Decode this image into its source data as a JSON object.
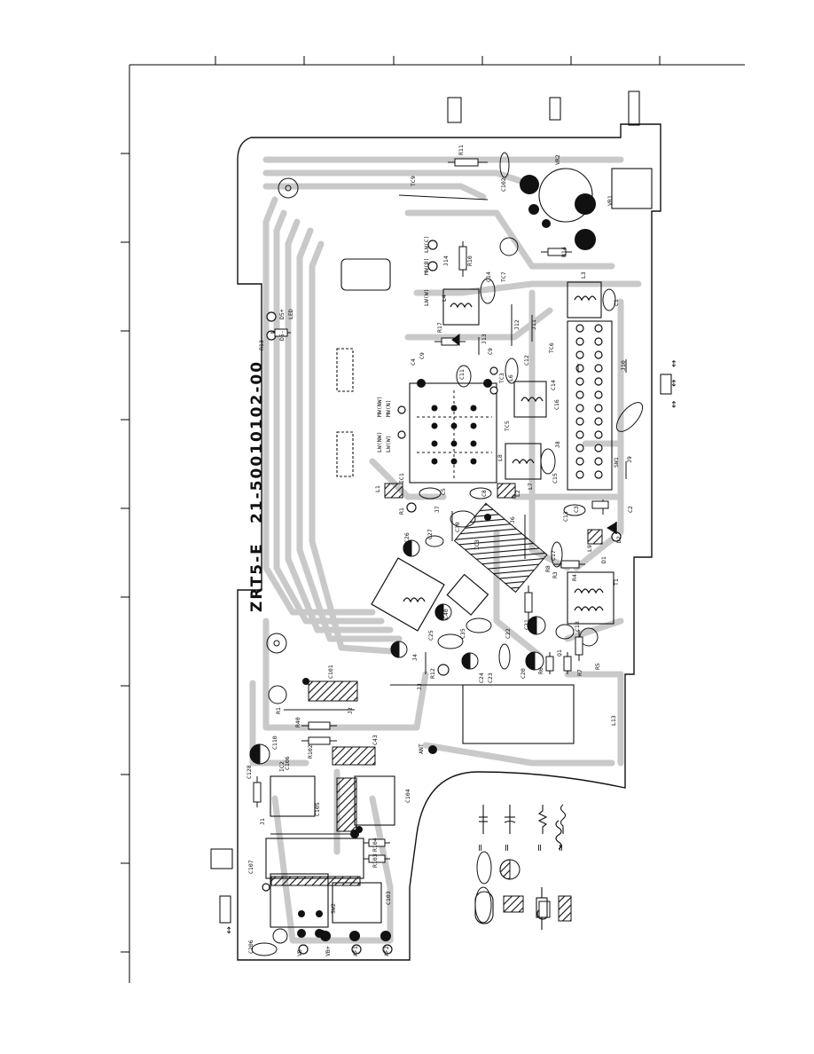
{
  "board": {
    "code": "21-50010102-00",
    "model": "ZRT5-E"
  },
  "components": {
    "top_area": [
      "R11",
      "TC9",
      "C102",
      "VR2",
      "VR1",
      "R10",
      "J14",
      "LW(C)",
      "MW(B)",
      "C14",
      "TC7",
      "L4",
      "LW(W)",
      "R17",
      "J13",
      "J12",
      "J11",
      "C9",
      "R14",
      "L3",
      "C1"
    ],
    "mid_area": [
      "IC1",
      "C4",
      "C11",
      "MW(NW)",
      "MW(N)",
      "LW(NW)",
      "LW(W)",
      "TC3",
      "C12",
      "L6",
      "TC6",
      "C14",
      "TC5",
      "C16",
      "L8",
      "L7",
      "J8",
      "J9",
      "C15",
      "J10",
      "SW1",
      "C2",
      "C3"
    ],
    "center": [
      "L1",
      "L2",
      "C5",
      "C8",
      "C9",
      "R1",
      "C30",
      "C26",
      "C27",
      "J7",
      "IC3",
      "J6",
      "L9",
      "D1",
      "D2",
      "C13",
      "C17",
      "R3",
      "R4",
      "T1",
      "C21",
      "C25",
      "C35",
      "C40",
      "C20",
      "C22",
      "C18",
      "R5",
      "R6",
      "R7",
      "R8",
      "C23",
      "C24",
      "R12",
      "Q1"
    ],
    "left": [
      "D5+",
      "D5-",
      "LED",
      "R13",
      "J1",
      "J2",
      "J3",
      "J4",
      "R40",
      "R102",
      "C101",
      "C110",
      "C106",
      "C128",
      "C43",
      "IC2",
      "R104",
      "R103",
      "C107",
      "C105",
      "C104",
      "C103",
      "C206",
      "SW2",
      "VB",
      "VB+",
      "AF1",
      "AF2",
      "ANT",
      "L13",
      "R1"
    ]
  },
  "legend": {
    "lines": [
      "=",
      "=",
      "=",
      "="
    ],
    "symbols": [
      "capacitor",
      "electrolytic-capacitor",
      "resistor",
      "coil"
    ]
  },
  "markers": {
    "arrows_right": "↔",
    "arrow_bottom": "↕"
  }
}
